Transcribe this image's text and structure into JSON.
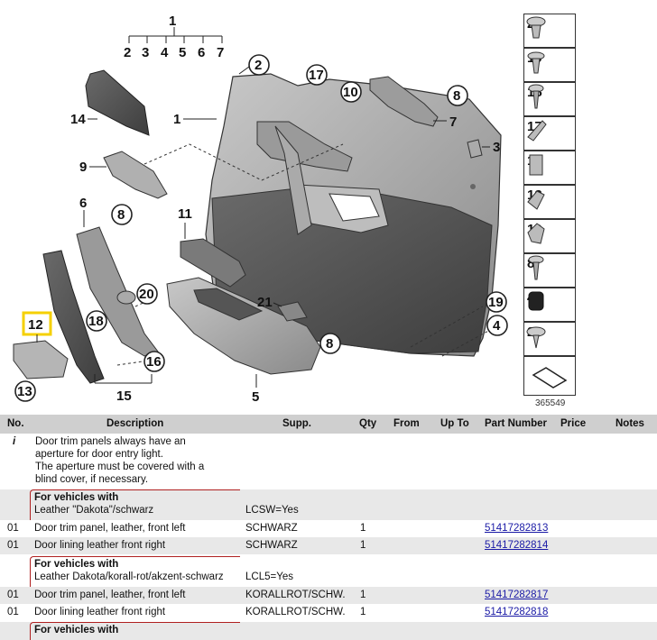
{
  "diagram": {
    "callouts": [
      "1",
      "2",
      "3",
      "4",
      "5",
      "6",
      "7",
      "8",
      "9",
      "10",
      "11",
      "12",
      "13",
      "14",
      "15",
      "16",
      "17",
      "18",
      "19",
      "20",
      "21"
    ],
    "group_header": "1",
    "group_items": [
      "2",
      "3",
      "4",
      "5",
      "6",
      "7"
    ],
    "diagram_id": "365549",
    "highlighted_callout": "12",
    "highlight_color": "#f5d000"
  },
  "side_parts": [
    {
      "num": "20",
      "icon": "clip-icon"
    },
    {
      "num": "19",
      "icon": "expanding-rivet-icon"
    },
    {
      "num": "18",
      "icon": "screw-icon"
    },
    {
      "num": "17",
      "icon": "bracket-clip-icon"
    },
    {
      "num": "16",
      "icon": "clip-nut-icon"
    },
    {
      "num": "13",
      "icon": "spring-clip-icon"
    },
    {
      "num": "10",
      "icon": "retainer-icon"
    },
    {
      "num": "8",
      "icon": "screw-icon"
    },
    {
      "num": "4",
      "icon": "grommet-icon"
    },
    {
      "num": "2",
      "icon": "push-rivet-icon"
    },
    {
      "num": "",
      "icon": "arrow-icon"
    }
  ],
  "table": {
    "headers": {
      "no": "No.",
      "description": "Description",
      "supp": "Supp.",
      "qty": "Qty",
      "from": "From",
      "upto": "Up To",
      "part": "Part Number",
      "price": "Price",
      "notes": "Notes"
    },
    "note_row": {
      "no": "i",
      "lines": [
        "Door trim panels always have an",
        "aperture for door entry light.",
        "The aperture must be covered with a",
        "blind cover, if necessary."
      ]
    },
    "groups": [
      {
        "title": "For vehicles with",
        "subtitle": "Leather \"Dakota\"/schwarz",
        "supp": "LCSW=Yes",
        "rows": [
          {
            "no": "01",
            "description": "Door trim panel, leather, front left",
            "supp": "SCHWARZ",
            "qty": "1",
            "part": "51417282813"
          },
          {
            "no": "01",
            "description": "Door lining leather front right",
            "supp": "SCHWARZ",
            "qty": "1",
            "part": "51417282814"
          }
        ]
      },
      {
        "title": "For vehicles with",
        "subtitle": "Leather Dakota/korall-rot/akzent-schwarz",
        "supp": "LCL5=Yes",
        "rows": [
          {
            "no": "01",
            "description": "Door trim panel, leather, front left",
            "supp": "KORALLROT/SCHW.",
            "qty": "1",
            "part": "51417282817"
          },
          {
            "no": "01",
            "description": "Door lining leather front right",
            "supp": "KORALLROT/SCHW.",
            "qty": "1",
            "part": "51417282818"
          }
        ]
      },
      {
        "title": "For vehicles with"
      }
    ]
  }
}
